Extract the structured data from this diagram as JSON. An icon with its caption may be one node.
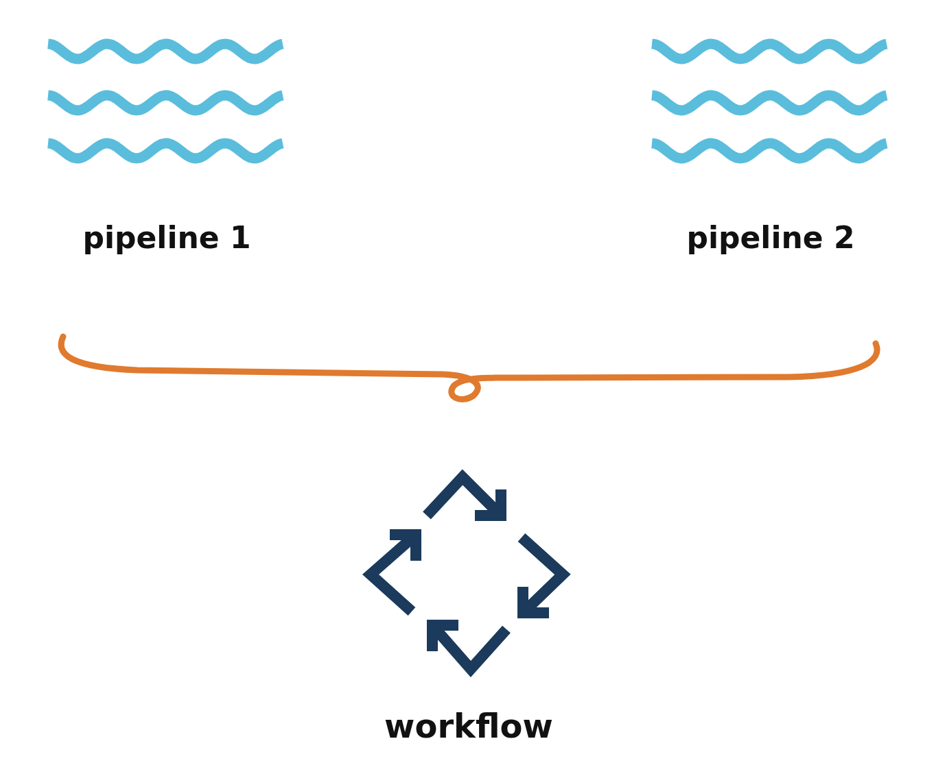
{
  "diagram": {
    "nodes": [
      {
        "text": [
          "pipeline 1"
        ]
      },
      {
        "text": [
          "pipeline 2"
        ]
      },
      {
        "text": [
          "workflow"
        ]
      }
    ]
  }
}
